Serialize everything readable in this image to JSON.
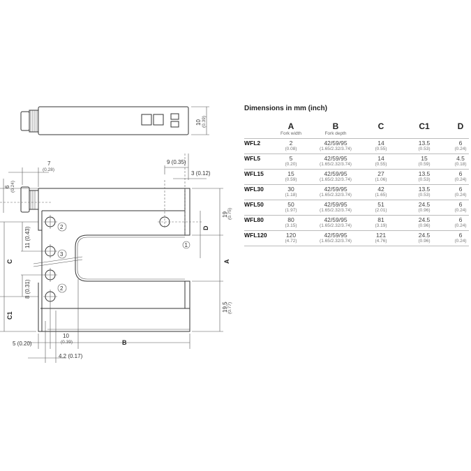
{
  "drawing": {
    "top_view": {
      "height": "10",
      "height_in": "(0.39)"
    },
    "dims": {
      "d7": "7",
      "d7_in": "(0.28)",
      "d6": "6",
      "d6_in": "(0.24)",
      "d9": "9 (0.35)",
      "d3": "3 (0.12)",
      "d19": "19",
      "d19_in": "(0.75)",
      "D": "D",
      "A": "A",
      "d19_5": "19.5",
      "d19_5_in": "(0.77)",
      "d11": "11 (0.43)",
      "C": "C",
      "d8": "8 (0.31)",
      "C1": "C1",
      "d5": "5 (0.20)",
      "d10": "10",
      "d10_in": "(0.39)",
      "B": "B",
      "d4_2": "4.2 (0.17)"
    },
    "markers": {
      "m1": "1",
      "m2a": "2",
      "m3": "3",
      "m2b": "2"
    }
  },
  "table": {
    "title": "Dimensions in mm (inch)",
    "columns": [
      {
        "label": "A",
        "sub": "Fork width"
      },
      {
        "label": "B",
        "sub": "Fork depth"
      },
      {
        "label": "C",
        "sub": ""
      },
      {
        "label": "C1",
        "sub": ""
      },
      {
        "label": "D",
        "sub": ""
      }
    ],
    "rows": [
      {
        "name": "WFL2",
        "A": [
          "2",
          "(0.08)"
        ],
        "B": [
          "42/59/95",
          "(1.65/2.32/3.74)"
        ],
        "C": [
          "14",
          "(0.55)"
        ],
        "C1": [
          "13.5",
          "(0.53)"
        ],
        "D": [
          "6",
          "(0.24)"
        ]
      },
      {
        "name": "WFL5",
        "A": [
          "5",
          "(0.20)"
        ],
        "B": [
          "42/59/95",
          "(1.65/2.32/3.74)"
        ],
        "C": [
          "14",
          "(0.55)"
        ],
        "C1": [
          "15",
          "(0.59)"
        ],
        "D": [
          "4.5",
          "(0.18)"
        ]
      },
      {
        "name": "WFL15",
        "A": [
          "15",
          "(0.59)"
        ],
        "B": [
          "42/59/95",
          "(1.65/2.32/3.74)"
        ],
        "C": [
          "27",
          "(1.06)"
        ],
        "C1": [
          "13.5",
          "(0.53)"
        ],
        "D": [
          "6",
          "(0.24)"
        ]
      },
      {
        "name": "WFL30",
        "A": [
          "30",
          "(1.18)"
        ],
        "B": [
          "42/59/95",
          "(1.65/2.32/3.74)"
        ],
        "C": [
          "42",
          "(1.65)"
        ],
        "C1": [
          "13.5",
          "(0.53)"
        ],
        "D": [
          "6",
          "(0.24)"
        ]
      },
      {
        "name": "WFL50",
        "A": [
          "50",
          "(1.97)"
        ],
        "B": [
          "42/59/95",
          "(1.65/2.32/3.74)"
        ],
        "C": [
          "51",
          "(2.01)"
        ],
        "C1": [
          "24.5",
          "(0.96)"
        ],
        "D": [
          "6",
          "(0.24)"
        ]
      },
      {
        "name": "WFL80",
        "A": [
          "80",
          "(3.15)"
        ],
        "B": [
          "42/59/95",
          "(1.65/2.32/3.74)"
        ],
        "C": [
          "81",
          "(3.19)"
        ],
        "C1": [
          "24.5",
          "(0.96)"
        ],
        "D": [
          "6",
          "(0.24)"
        ]
      },
      {
        "name": "WFL120",
        "A": [
          "120",
          "(4.72)"
        ],
        "B": [
          "42/59/95",
          "(1.65/2.32/3.74)"
        ],
        "C": [
          "121",
          "(4.76)"
        ],
        "C1": [
          "24.5",
          "(0.96)"
        ],
        "D": [
          "6",
          "(0.24)"
        ]
      }
    ]
  }
}
